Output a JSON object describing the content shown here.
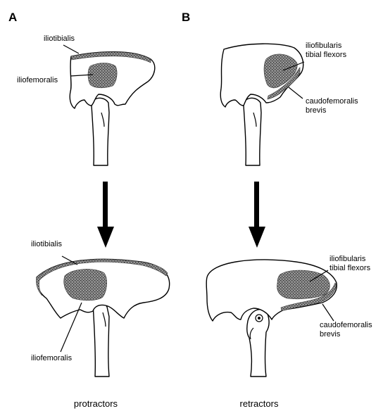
{
  "panels": {
    "a": {
      "letter": "A",
      "top_labels": {
        "iliotibialis": "iliotibialis",
        "iliofemoralis": "iliofemoralis"
      },
      "bottom_labels": {
        "iliotibialis": "iliotibialis",
        "iliofemoralis": "iliofemoralis"
      },
      "caption": "protractors"
    },
    "b": {
      "letter": "B",
      "top_labels": {
        "flexors_line1": "iliofibularis",
        "flexors_line2": "tibial flexors",
        "caudo_line1": "caudofemoralis",
        "caudo_line2": "brevis"
      },
      "bottom_labels": {
        "flexors_line1": "iliofibularis",
        "flexors_line2": "tibial flexors",
        "caudo_line1": "caudofemoralis",
        "caudo_line2": "brevis"
      },
      "caption": "retractors"
    }
  },
  "colors": {
    "muscle": "#7a7a7a",
    "line": "#000000",
    "background": "#ffffff"
  }
}
